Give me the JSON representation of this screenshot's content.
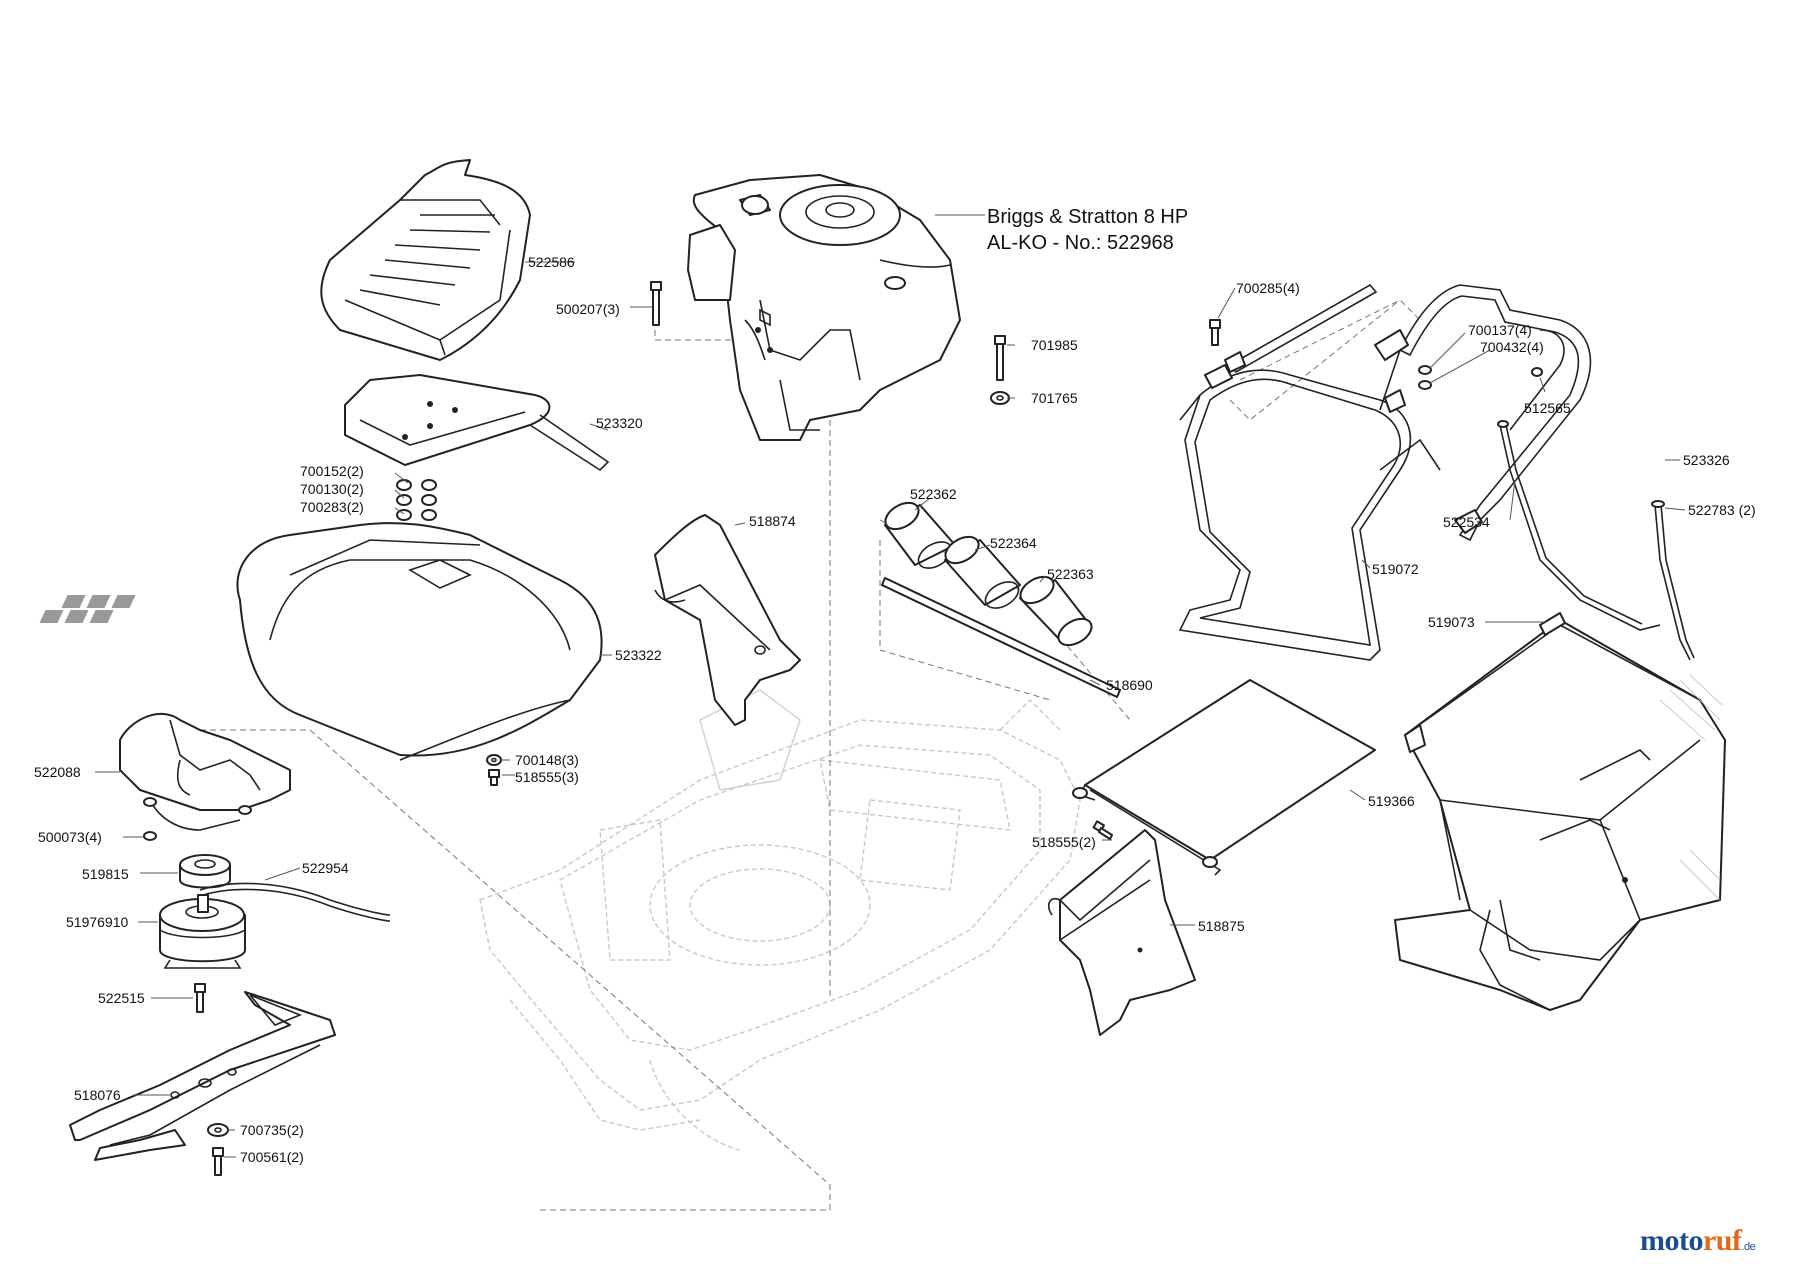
{
  "engine": {
    "title_line1": "Briggs & Stratton  8 HP",
    "title_line2": "AL-KO - No.: 522968"
  },
  "part_labels": [
    {
      "id": "seat",
      "text": "522586"
    },
    {
      "id": "bolt-engine",
      "text": "500207(3)"
    },
    {
      "id": "seat-frame",
      "text": "523320"
    },
    {
      "id": "bolt-701985",
      "text": "701985"
    },
    {
      "id": "washer-701765",
      "text": "701765"
    },
    {
      "id": "nut-700152",
      "text": "700152(2)"
    },
    {
      "id": "washer-700130",
      "text": "700130(2)"
    },
    {
      "id": "washer-700283",
      "text": "700283(2)"
    },
    {
      "id": "cover",
      "text": "523322"
    },
    {
      "id": "guard-518874",
      "text": "518874"
    },
    {
      "id": "roller-522362",
      "text": "522362"
    },
    {
      "id": "roller-522364",
      "text": "522364"
    },
    {
      "id": "roller-522363",
      "text": "522363"
    },
    {
      "id": "axle-518690",
      "text": "518690"
    },
    {
      "id": "screw-700285",
      "text": "700285(4)"
    },
    {
      "id": "clip-700137",
      "text": "700137(4)"
    },
    {
      "id": "washer-700432",
      "text": "700432(4)"
    },
    {
      "id": "plug-512565",
      "text": "512565"
    },
    {
      "id": "handle-523326",
      "text": "523326"
    },
    {
      "id": "rod-522534",
      "text": "522534"
    },
    {
      "id": "rod-522783",
      "text": "522783 (2)"
    },
    {
      "id": "frame-519072",
      "text": "519072"
    },
    {
      "id": "bag-519073",
      "text": "519073"
    },
    {
      "id": "pulley-plate",
      "text": "522088"
    },
    {
      "id": "nut-700148",
      "text": "700148(3)"
    },
    {
      "id": "screw-518555-a",
      "text": "518555(3)"
    },
    {
      "id": "nut-500073",
      "text": "500073(4)"
    },
    {
      "id": "pulley-519815",
      "text": "519815"
    },
    {
      "id": "belt-522954",
      "text": "522954"
    },
    {
      "id": "clutch",
      "text": "51976910"
    },
    {
      "id": "flap-519366",
      "text": "519366"
    },
    {
      "id": "screw-518555-b",
      "text": "518555(2)"
    },
    {
      "id": "guard-518875",
      "text": "518875"
    },
    {
      "id": "bolt-522515",
      "text": "522515"
    },
    {
      "id": "blade",
      "text": "518076"
    },
    {
      "id": "washer-700735",
      "text": "700735(2)"
    },
    {
      "id": "bolt-700561",
      "text": "700561(2)"
    }
  ],
  "watermark": {
    "part1": "moto",
    "part2": "ruf",
    "tld": ".de"
  }
}
